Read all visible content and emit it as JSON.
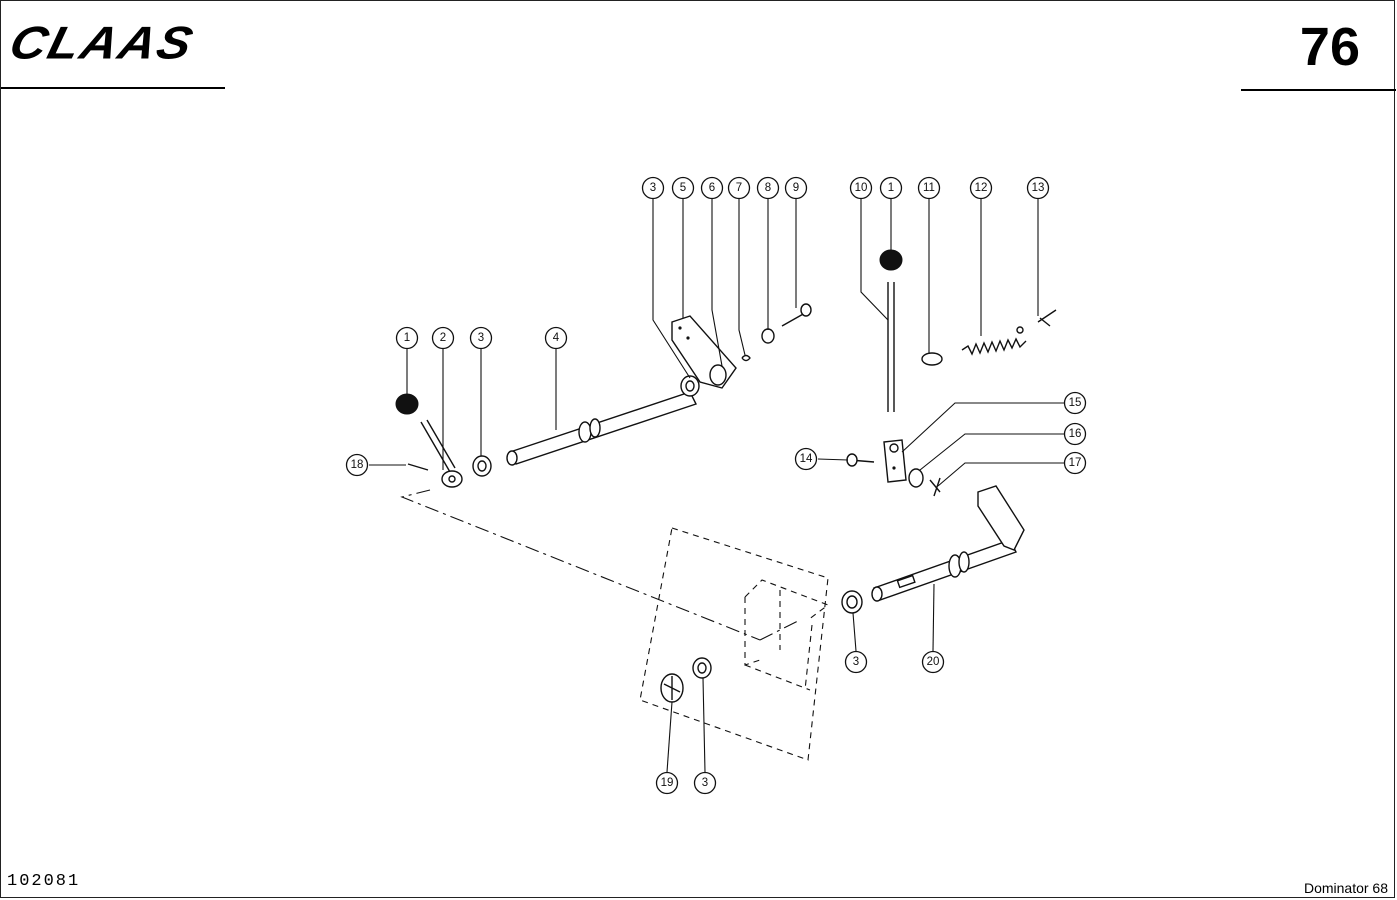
{
  "header": {
    "logo": "CLAAS",
    "page_number": "76"
  },
  "footer": {
    "drawing_id": "102081",
    "model": "Dominator 68"
  },
  "callouts": {
    "c1a": "1",
    "c2": "2",
    "c3a": "3",
    "c4": "4",
    "c3b": "3",
    "c5": "5",
    "c6": "6",
    "c7": "7",
    "c8": "8",
    "c9": "9",
    "c10": "10",
    "c1b": "1",
    "c11": "11",
    "c12": "12",
    "c13": "13",
    "c14": "14",
    "c15": "15",
    "c16": "16",
    "c17": "17",
    "c18": "18",
    "c19": "19",
    "c3c": "3",
    "c3d": "3",
    "c20": "20"
  }
}
